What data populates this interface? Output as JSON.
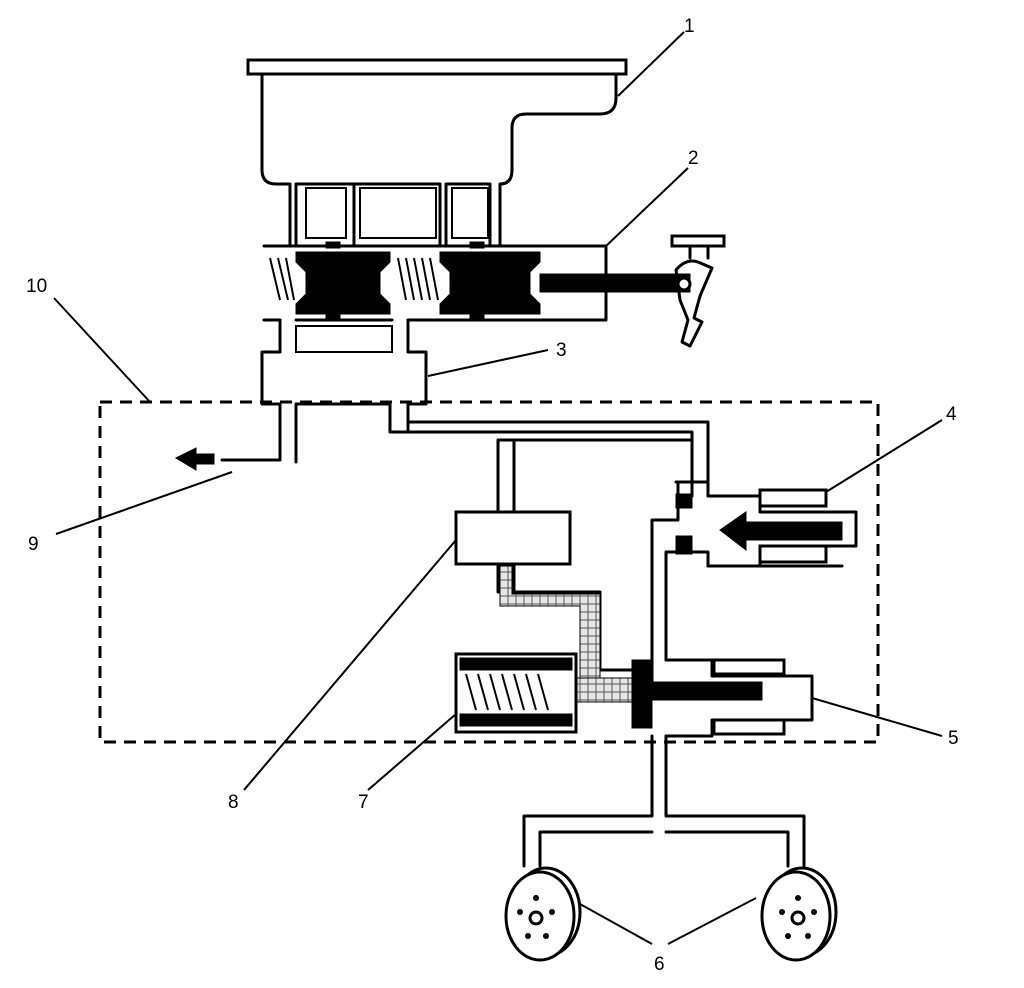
{
  "callouts": [
    "1",
    "2",
    "3",
    "4",
    "5",
    "6",
    "7",
    "8",
    "9",
    "10"
  ],
  "colors": {
    "ink": "#000000",
    "paper": "#ffffff",
    "fluid": "#d8d8d8"
  }
}
